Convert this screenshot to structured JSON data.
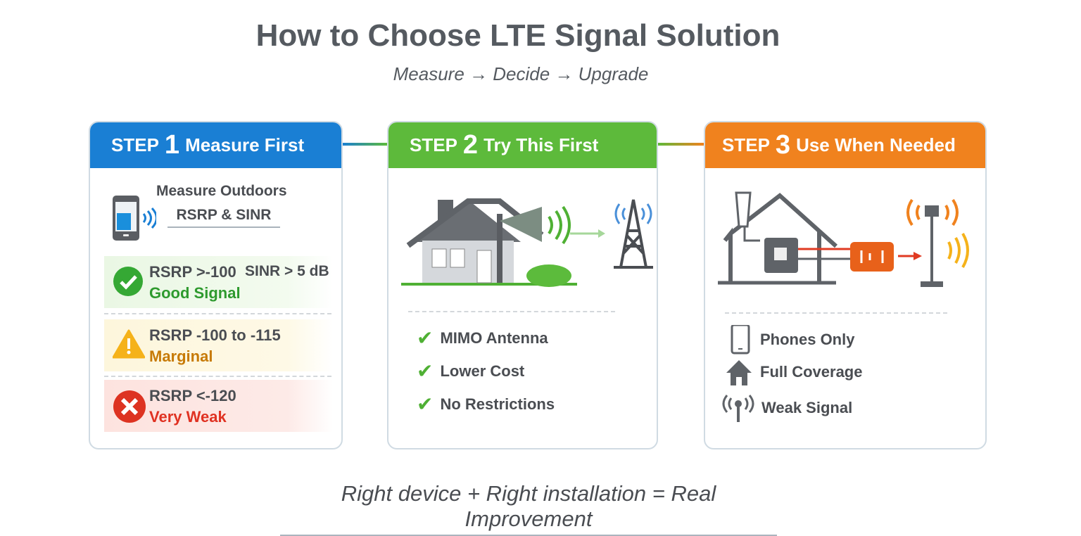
{
  "title": "How to Choose LTE Signal Solution",
  "subtitle": "Measure → Decide → Upgrade",
  "colors": {
    "step1": "#1a7fd4",
    "step2": "#5dba3b",
    "step3": "#f0821e",
    "good": "#2e9a2e",
    "warn": "#c77a06",
    "bad": "#e03222"
  },
  "step1": {
    "prefix": "STEP",
    "num": "1",
    "title": "Measure First",
    "measure_line1": "Measure Outdoors",
    "measure_line2": "RSRP & SINR",
    "levels": [
      {
        "icon": "check-circle-icon",
        "line1": "RSRP >-100",
        "extra": "SINR > 5 dB",
        "line2": "Good Signal"
      },
      {
        "icon": "warning-icon",
        "line1": "RSRP -100 to -115",
        "line2": "Marginal"
      },
      {
        "icon": "x-circle-icon",
        "line1": "RSRP <-120",
        "line2": "Very Weak"
      }
    ]
  },
  "step2": {
    "prefix": "STEP",
    "num": "2",
    "title": "Try This First",
    "items": [
      "MIMO Antenna",
      "Lower Cost",
      "No Restrictions"
    ]
  },
  "step3": {
    "prefix": "STEP",
    "num": "3",
    "title": "Use When Needed",
    "items": [
      "Phones Only",
      "Full Coverage",
      "Weak Signal"
    ]
  },
  "footer": "Right device + Right installation = Real Improvement"
}
